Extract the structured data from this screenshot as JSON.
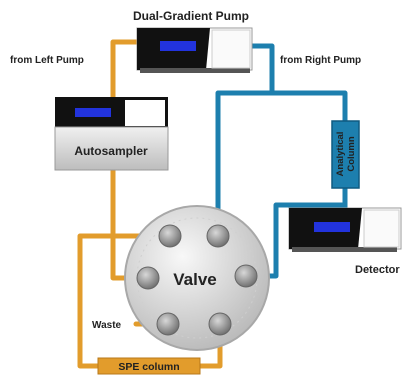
{
  "labels": {
    "pump": "Dual-Gradient Pump",
    "left_pump": "from Left Pump",
    "right_pump": "from Right Pump",
    "autosampler": "Autosampler",
    "valve": "Valve",
    "analytical_column": [
      "Analytical",
      "Column"
    ],
    "detector": "Detector",
    "waste": "Waste",
    "spe_column": "SPE column"
  },
  "colors": {
    "left_line": "#e29c2c",
    "right_line": "#1d7fae",
    "instrument_dark": "#111111",
    "display": "#2233dd",
    "valve_body": "#cfcfcf",
    "port": "#9a9a9a"
  }
}
